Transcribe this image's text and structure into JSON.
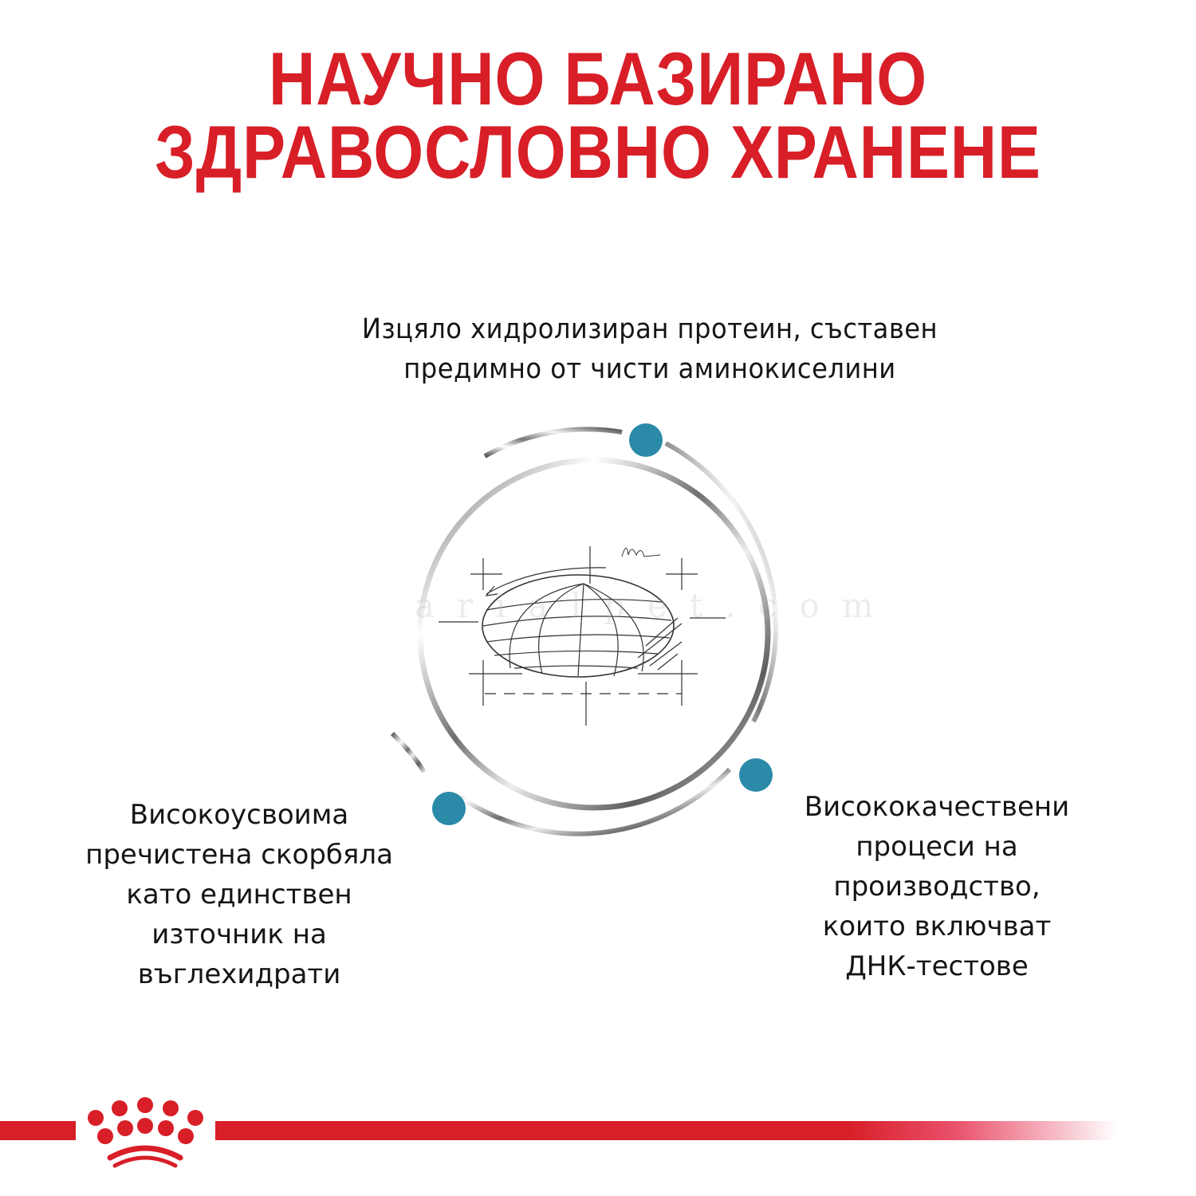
{
  "heading": {
    "line1": "НАУЧНО БАЗИРАНО",
    "line2": "ЗДРАВОСЛОВНО ХРАНЕНЕ",
    "color": "#d81e27"
  },
  "features": {
    "top": {
      "lines": [
        "Изцяло хидролизиран протеин, съставен",
        "предимно от чисти аминокиселини"
      ]
    },
    "left": {
      "lines": [
        "Високоусвоима",
        "пречистена скорбяла",
        "като единствен",
        "източник на",
        "въглехидрати"
      ]
    },
    "right": {
      "lines": [
        "Висококачествени",
        "процеси на",
        "производство,",
        "които включват",
        "ДНК-тестове"
      ]
    }
  },
  "diagram": {
    "icon": "kibble-sketch-icon",
    "dot_color": "#2a8aa8",
    "ring_color": "#8a8a8a"
  },
  "watermark": {
    "text": "arialpet.com"
  },
  "footer": {
    "logo": "royal-canin-crown-logo",
    "bar_color": "#d81e27"
  }
}
